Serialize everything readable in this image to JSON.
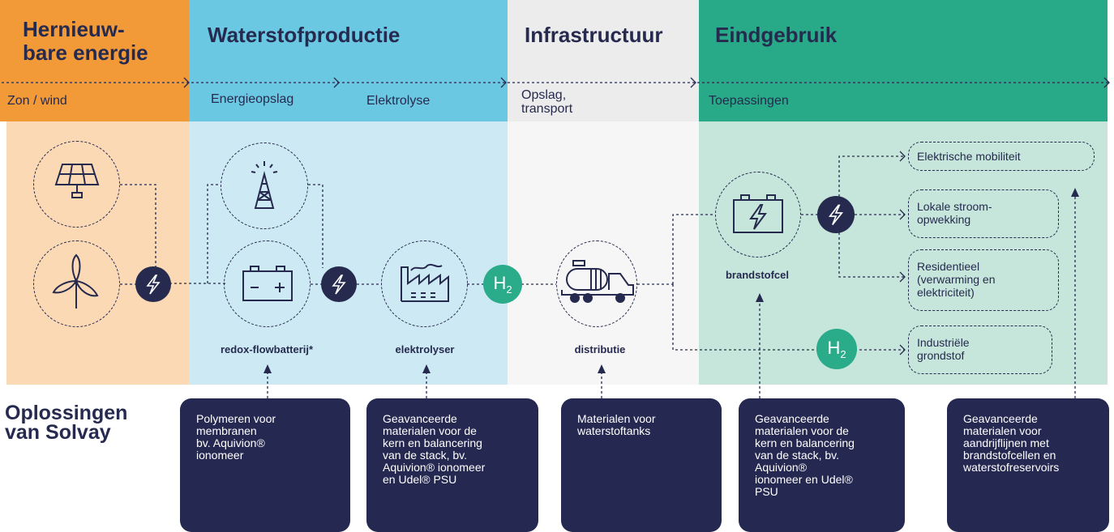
{
  "colors": {
    "orange_header": "#f29a38",
    "orange_light": "#fbd9b5",
    "blue_header": "#6ac8e3",
    "blue_light": "#cdeaf4",
    "grey_header": "#ececec",
    "grey_light": "#f6f6f6",
    "green_header": "#28a987",
    "green_light": "#c6e6db",
    "navy": "#262a4e",
    "h2_green": "#2aab8a"
  },
  "columns": [
    {
      "title": "Hernieuw-\nbare energie",
      "subs": [
        "Zon / wind"
      ]
    },
    {
      "title": "Waterstofproductie",
      "subs": [
        "Energieopslag",
        "Elektrolyse"
      ]
    },
    {
      "title": "Infrastructuur",
      "subs": [
        "Opslag,\ntransport"
      ]
    },
    {
      "title": "Eindgebruik",
      "subs": [
        "Toepassingen"
      ]
    }
  ],
  "icons": {
    "solar": "solar-panel-icon",
    "wind": "wind-turbine-icon",
    "tower": "transmission-tower-icon",
    "battery": "battery-icon",
    "factory": "factory-icon",
    "tanker": "tanker-truck-icon",
    "fuelcell": "fuel-cell-battery-icon",
    "bolt": "lightning-bolt-icon"
  },
  "h2": {
    "symbol": "H",
    "subscript": "2"
  },
  "labels": {
    "redox": "redox-flowbatterij*",
    "electrolyser": "elektrolyser",
    "distribution": "distributie",
    "fuelcell": "brandstofcel"
  },
  "applications": [
    "Elektrische mobiliteit",
    "Lokale stroom-\nopwekking",
    "Residentieel\n(verwarming en\nelektriciteit)",
    "Industriële\ngrondstof"
  ],
  "solvay_title": "Oplossingen\nvan Solvay",
  "cards": [
    "Polymeren voor\nmembranen\nbv. Aquivion®\nionomeer",
    "Geavanceerde\nmaterialen voor de\nkern en balancering\nvan de stack, bv.\nAquivion® ionomeer\nen Udel® PSU",
    "Materialen voor\nwaterstoftanks",
    "Geavanceerde\nmaterialen voor de\nkern en balancering\nvan de stack, bv.\nAquivion®\nionomeer en Udel®\nPSU",
    "Geavanceerde\nmaterialen voor\naandrijflijnen met\nbrandstofcellen en\nwaterstofreservoirs"
  ]
}
